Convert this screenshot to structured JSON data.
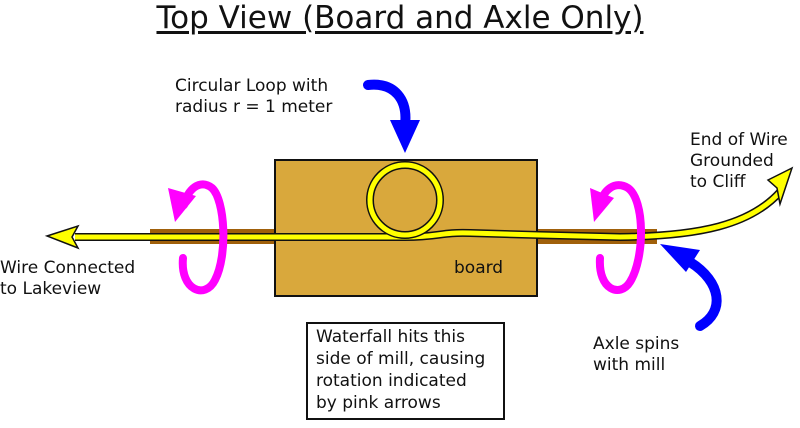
{
  "title": "Top View (Board and Axle Only)",
  "labels": {
    "loop_line1": "Circular Loop with",
    "loop_line2": "radius r = 1 meter",
    "wire_left_line1": "Wire Connected",
    "wire_left_line2": "to Lakeview",
    "wire_end_line1": "End of Wire",
    "wire_end_line2": "Grounded",
    "wire_end_line3": "to Cliff",
    "board": "board",
    "axle_line1": "Axle spins",
    "axle_line2": "with mill"
  },
  "note": {
    "line1": "Waterfall hits this",
    "line2": "side of mill, causing",
    "line3": "rotation indicated",
    "line4": "by pink arrows"
  },
  "colors": {
    "board": "#d9a83c",
    "axle": "#a0600a",
    "wire": "#ffff00",
    "rotation_arrow": "#ff00ff",
    "pointer_arrow": "#0000ff"
  }
}
